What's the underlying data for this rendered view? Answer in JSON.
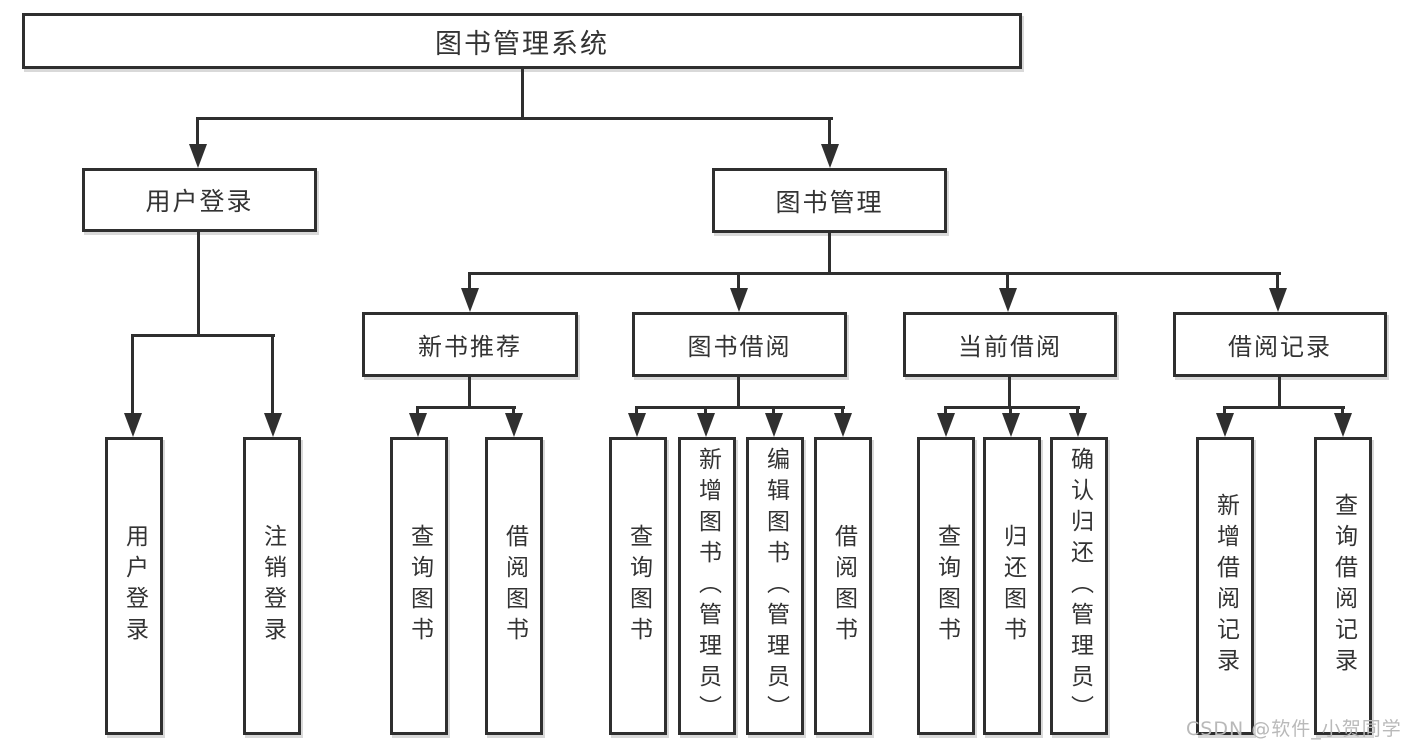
{
  "diagram": {
    "title": "图书管理系统",
    "colors": {
      "line": "#2f2f2f",
      "text": "#333333",
      "watermark": "#b9b9b9",
      "background": "#ffffff"
    },
    "nodes": {
      "root": {
        "label": "图书管理系统"
      },
      "user_login": {
        "label": "用户登录"
      },
      "book_mgmt": {
        "label": "图书管理"
      },
      "new_books": {
        "label": "新书推荐"
      },
      "book_borrow": {
        "label": "图书借阅"
      },
      "current_borrow": {
        "label": "当前借阅"
      },
      "borrow_records": {
        "label": "借阅记录"
      },
      "leaf_user_login": {
        "label": "用户登录"
      },
      "leaf_logout": {
        "label": "注销登录"
      },
      "leaf_nb_query": {
        "label": "查询图书"
      },
      "leaf_nb_borrow": {
        "label": "借阅图书"
      },
      "leaf_bb_query": {
        "label": "查询图书"
      },
      "leaf_bb_add": {
        "label": "新增图书（管理员）"
      },
      "leaf_bb_edit": {
        "label": "编辑图书（管理员）"
      },
      "leaf_bb_borrow": {
        "label": "借阅图书"
      },
      "leaf_cb_query": {
        "label": "查询图书"
      },
      "leaf_cb_return": {
        "label": "归还图书"
      },
      "leaf_cb_confirm": {
        "label": "确认归还（管理员）"
      },
      "leaf_br_add": {
        "label": "新增借阅记录"
      },
      "leaf_br_query": {
        "label": "查询借阅记录"
      }
    },
    "watermark": "CSDN @软件_小贺同学"
  }
}
